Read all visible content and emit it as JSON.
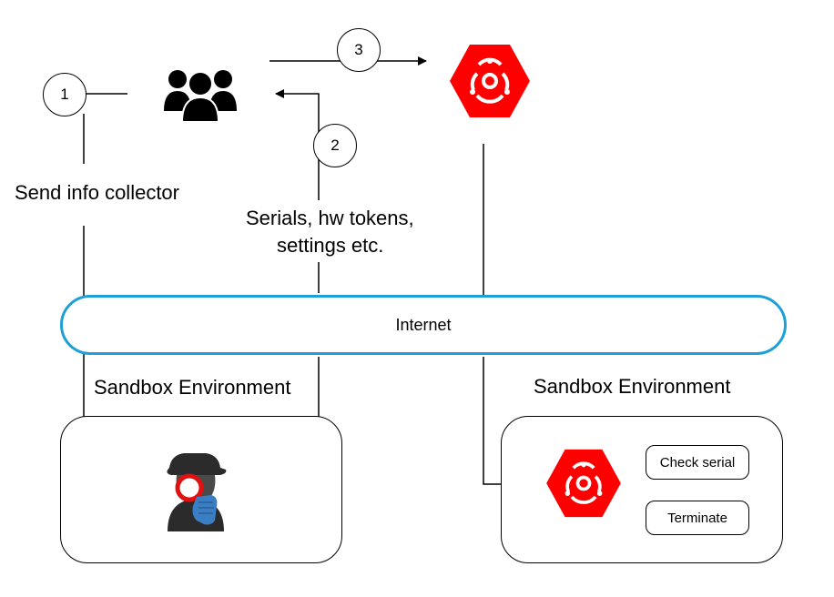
{
  "steps": {
    "one": "1",
    "two": "2",
    "three": "3"
  },
  "labels": {
    "send_info_collector": "Send info collector",
    "serials_line1": "Serials, hw tokens,",
    "serials_line2": "settings etc."
  },
  "internet": {
    "label": "Internet",
    "color": "#1e9fd6"
  },
  "sandboxes": {
    "left_title": "Sandbox Environment",
    "right_title": "Sandbox Environment"
  },
  "flow": {
    "check_serial": "Check serial",
    "terminate": "Terminate"
  },
  "icons": {
    "users": "users-group-icon",
    "malware": "biohazard-hexagon-icon",
    "spy": "spy-detective-icon"
  },
  "colors": {
    "malware_red": "#ff0000",
    "spy_blue": "#3a7fc4",
    "spy_dark": "#2b2b2b"
  }
}
